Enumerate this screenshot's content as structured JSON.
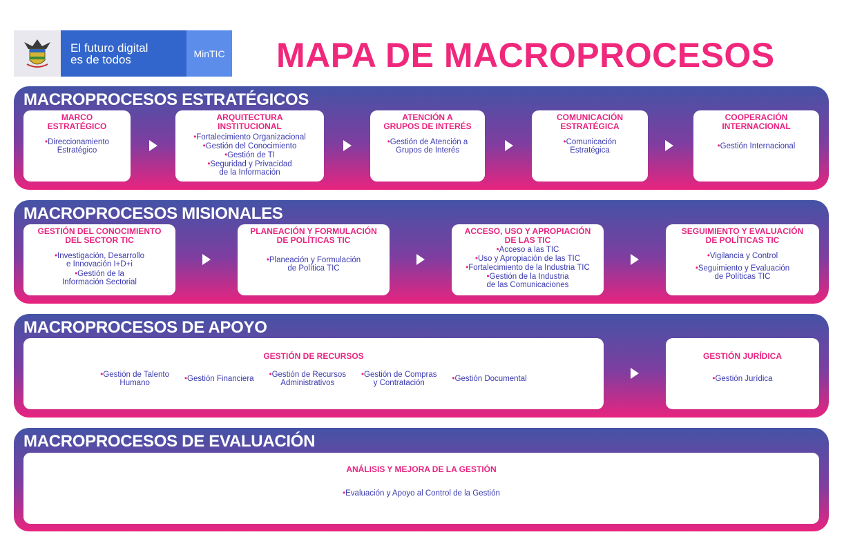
{
  "header": {
    "brand_line1": "El futuro digital",
    "brand_line2": "es de todos",
    "brand_badge": "MinTIC",
    "title": "MAPA DE MACROPROCESOS"
  },
  "colors": {
    "pink": "#e8247f",
    "blue": "#3366cc",
    "band_top": "#4453a6",
    "band_bottom": "#e8247f"
  },
  "estrategicos": {
    "title": "MACROPROCESOS ESTRATÉGICOS",
    "boxes": [
      {
        "title": "MARCO\nESTRATÉGICO",
        "items": [
          "Direccionamiento\nEstratégico"
        ]
      },
      {
        "title": "ARQUITECTURA\nINSTITUCIONAL",
        "items": [
          "Fortalecimiento Organizacional",
          "Gestión del Conocimiento",
          "Gestión de TI",
          "Seguridad y Privacidad\nde la Información"
        ]
      },
      {
        "title": "ATENCIÓN A\nGRUPOS DE INTERÉS",
        "items": [
          "Gestión de Atención a\nGrupos de Interés"
        ]
      },
      {
        "title": "COMUNICACIÓN\nESTRATÉGICA",
        "items": [
          "Comunicación\nEstratégica"
        ]
      },
      {
        "title": "COOPERACIÓN\nINTERNACIONAL",
        "items": [
          "Gestión Internacional"
        ]
      }
    ]
  },
  "misionales": {
    "title": "MACROPROCESOS MISIONALES",
    "boxes": [
      {
        "title": "GESTIÓN DEL CONOCIMIENTO\nDEL SECTOR TIC",
        "items": [
          "Investigación, Desarrollo\ne Innovación I+D+i",
          "Gestión de la\nInformación Sectorial"
        ]
      },
      {
        "title": "PLANEACIÓN Y FORMULACIÓN\nDE POLÍTICAS TIC",
        "items": [
          "Planeación y Formulación\nde Política TIC"
        ]
      },
      {
        "title": "ACCESO, USO Y APROPIACIÓN\nDE LAS TIC",
        "items": [
          "Acceso a las TIC",
          "Uso y Apropiación de las TIC",
          "Fortalecimiento de la Industria TIC",
          "Gestión de la Industria\nde las Comunicaciones"
        ]
      },
      {
        "title": "SEGUIMIENTO Y EVALUACIÓN\nDE POLÍTICAS TIC",
        "items": [
          "Vigilancia y Control",
          "Seguimiento y Evaluación\nde Políticas TIC"
        ]
      }
    ]
  },
  "apoyo": {
    "title": "MACROPROCESOS DE APOYO",
    "recursos": {
      "title": "GESTIÓN DE RECURSOS",
      "items": [
        "Gestión de Talento\nHumano",
        "Gestión Financiera",
        "Gestión de Recursos\nAdministrativos",
        "Gestión de Compras\ny Contratación",
        "Gestión Documental"
      ]
    },
    "juridica": {
      "title": "GESTIÓN JURÍDICA",
      "items": [
        "Gestión Jurídica"
      ]
    }
  },
  "evaluacion": {
    "title": "MACROPROCESOS DE EVALUACIÓN",
    "box": {
      "title": "ANÁLISIS Y MEJORA DE LA GESTIÓN",
      "items": [
        "Evaluación y Apoyo al Control de la Gestión"
      ]
    }
  }
}
